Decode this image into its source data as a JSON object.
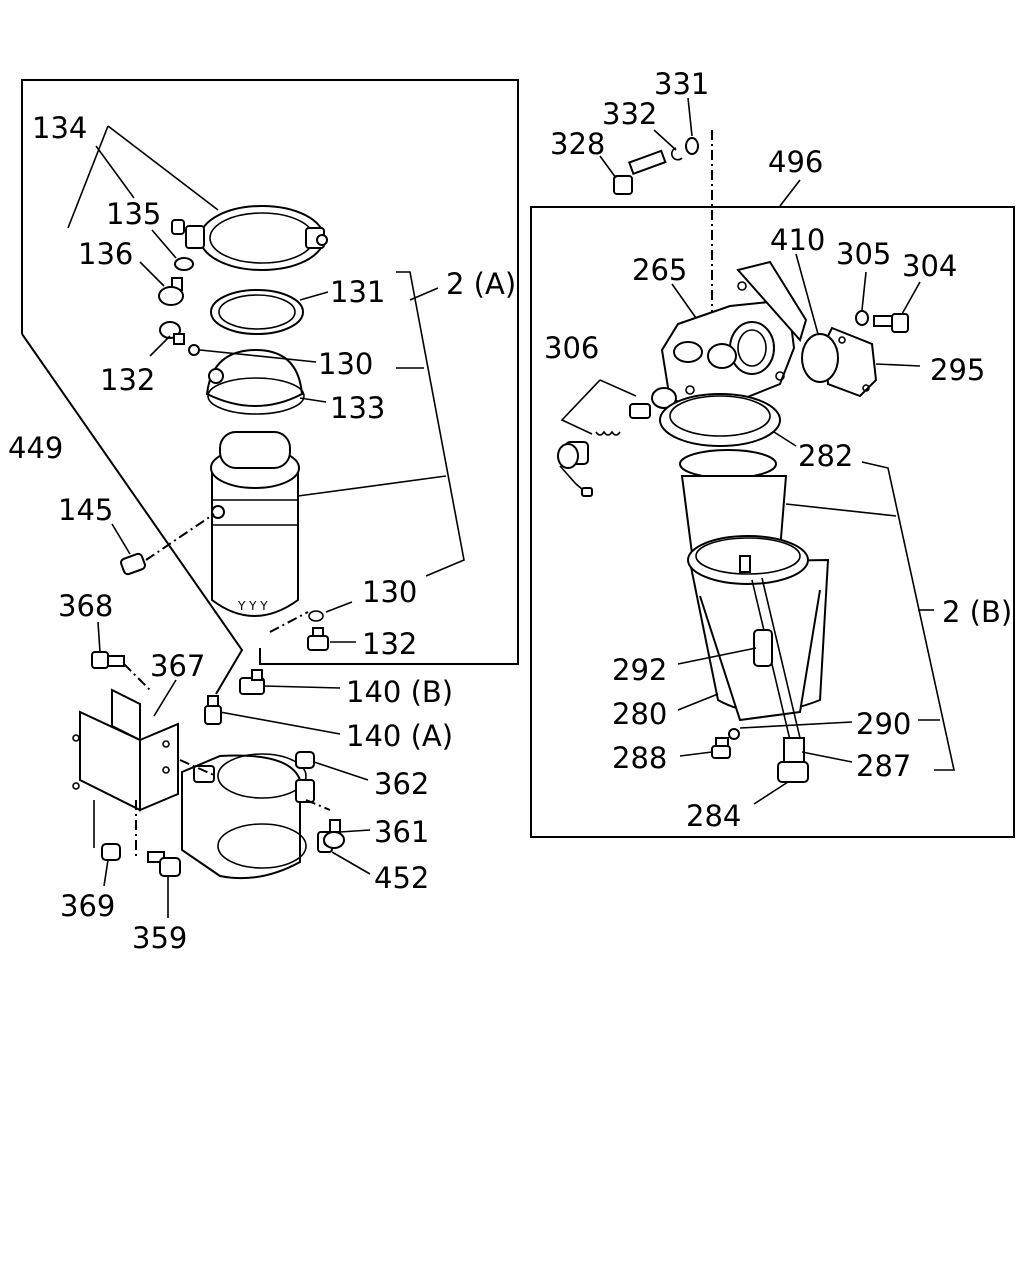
{
  "parts": {
    "p134": "134",
    "p135": "135",
    "p136": "136",
    "p131": "131",
    "p2a": "2 (A)",
    "p130a": "130",
    "p132a": "132",
    "p133": "133",
    "p449": "449",
    "p145": "145",
    "p130b": "130",
    "p132b": "132",
    "p368": "368",
    "p367": "367",
    "p140b": "140 (B)",
    "p140a": "140 (A)",
    "p362": "362",
    "p361": "361",
    "p452": "452",
    "p369": "369",
    "p359": "359",
    "p331": "331",
    "p332": "332",
    "p328": "328",
    "p496": "496",
    "p410": "410",
    "p305": "305",
    "p304": "304",
    "p265": "265",
    "p306": "306",
    "p295": "295",
    "p282": "282",
    "p2b": "2 (B)",
    "p292": "292",
    "p280": "280",
    "p290": "290",
    "p288": "288",
    "p287": "287",
    "p284": "284"
  }
}
